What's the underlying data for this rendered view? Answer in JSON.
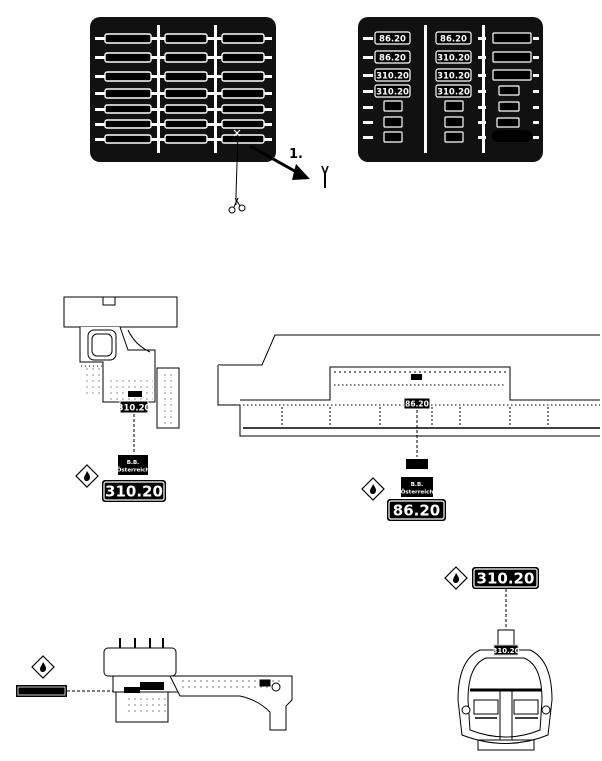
{
  "diagram": {
    "step_label": "1.",
    "plates": {
      "small_a": "86.20",
      "small_b": "310.20"
    },
    "country_plate": {
      "line1": "B.B.",
      "line2": "Österreich"
    },
    "large_plates": {
      "left": "310.20",
      "middle": "86.20",
      "right": "310.20"
    },
    "icons": [
      "scissors-icon",
      "tweezers-icon",
      "glue-drop-icon"
    ]
  }
}
